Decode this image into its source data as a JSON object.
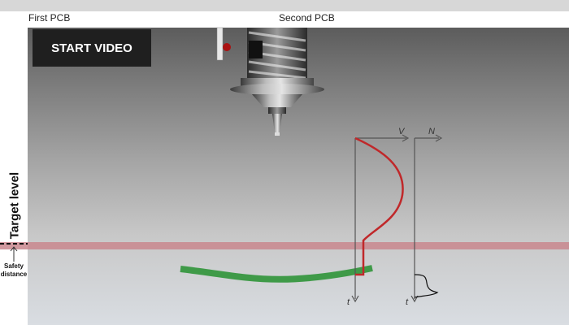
{
  "tabs": {
    "first": "First PCB",
    "second": "Second PCB"
  },
  "controls": {
    "start_video": "START VIDEO"
  },
  "labels": {
    "target_level": "Target level",
    "safety_line1": "Safety",
    "safety_line2": "distance"
  },
  "axes": {
    "v": "V",
    "n": "N",
    "t1": "t",
    "t2": "t"
  },
  "colors": {
    "velocity_curve": "#c0282a",
    "pcb_board": "#3f9a48",
    "target_band": "#c9878e"
  }
}
